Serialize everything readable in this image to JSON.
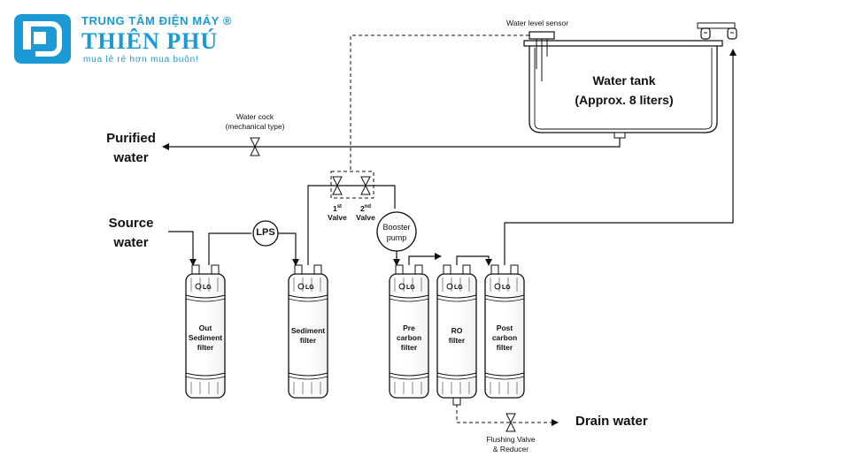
{
  "brand": {
    "top_line": "TRUNG TÂM ĐIỆN MÁY ®",
    "name": "THIÊN PHÚ",
    "slogan": "mua lẻ rẻ hơn mua buôn!"
  },
  "labels": {
    "water_level_sensor": "Water level sensor",
    "water_tank_line1": "Water tank",
    "water_tank_line2": "(Approx. 8 liters)",
    "water_cock_line1": "Water cock",
    "water_cock_line2": "(mechanical type)",
    "purified_line1": "Purified",
    "purified_line2": "water",
    "source_line1": "Source",
    "source_line2": "water",
    "lps": "LPS",
    "valve1_num": "1",
    "valve1_sup": "st",
    "valve1_word": "Valve",
    "valve2_num": "2",
    "valve2_sup": "nd",
    "valve2_word": "Valve",
    "booster_line1": "Booster",
    "booster_line2": "pump",
    "drain": "Drain water",
    "flushing_line1": "Flushing Valve",
    "flushing_line2": "& Reducer"
  },
  "filters": [
    {
      "lines": [
        "Out",
        "Sediment",
        "filter"
      ],
      "logo": "LG"
    },
    {
      "lines": [
        "Sediment",
        "filter"
      ],
      "logo": "LG"
    },
    {
      "lines": [
        "Pre",
        "carbon",
        "filter"
      ],
      "logo": "LG"
    },
    {
      "lines": [
        "RO",
        "filter"
      ],
      "logo": "LG"
    },
    {
      "lines": [
        "Post",
        "carbon",
        "filter"
      ],
      "logo": "LG"
    }
  ],
  "colors": {
    "brand": "#1b9ad6",
    "line": "#111111"
  }
}
